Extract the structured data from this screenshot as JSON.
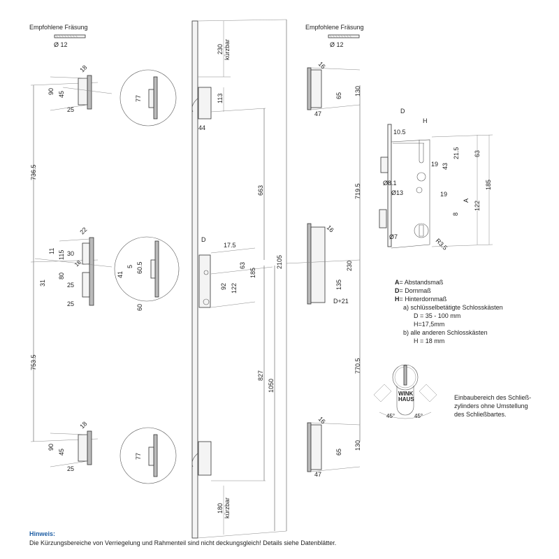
{
  "milling": {
    "left_title": "Empfohlene Fräsung",
    "left_dia": "Ø 12",
    "right_title": "Empfohlene Fräsung",
    "right_dia": "Ø 12"
  },
  "left_strikers": {
    "top": {
      "d18": "18",
      "d90": "90",
      "d45": "45",
      "d25": "25",
      "detail77": "77"
    },
    "middle": {
      "d22": "22",
      "d115": "115",
      "d11": "11",
      "d30": "30",
      "d31": "31",
      "d18": "18",
      "d80": "80",
      "d25a": "25",
      "d25b": "25",
      "detail5": "5",
      "detail60_5": "60.5",
      "detail41": "41",
      "detail60": "60"
    },
    "bottom": {
      "d18": "18",
      "d90": "90",
      "d45": "45",
      "d25": "25",
      "detail77": "77"
    },
    "span_upper": "736.5",
    "span_lower": "753.5"
  },
  "main_bar": {
    "top_cut": "230",
    "top_cut_note": "kürzbar",
    "d113": "113",
    "d44": "44",
    "d663": "663",
    "total": "2105",
    "D": "D",
    "d17_5": "17.5",
    "d63": "63",
    "d185": "185",
    "d92": "92",
    "d122": "122",
    "d827": "827",
    "d1050": "1050",
    "bottom_cut": "180",
    "bottom_cut_note": "kürzbar"
  },
  "right_strikers": {
    "top": {
      "d16": "16",
      "d65": "65",
      "d130": "130",
      "d47": "47"
    },
    "span_upper": "719.5",
    "middle": {
      "d16": "16",
      "d230": "230",
      "d135": "135",
      "dD21": "D+21"
    },
    "span_lower": "770.5",
    "bottom": {
      "d16": "16",
      "d65": "65",
      "d130": "130",
      "d47": "47"
    }
  },
  "lock_detail": {
    "D": "D",
    "H": "H",
    "d10_5": "10.5",
    "d19a": "19",
    "d43": "43",
    "d21_5": "21.5",
    "d63": "63",
    "d185": "185",
    "dia8_1": "Ø8.1",
    "dia13": "Ø13",
    "d19b": "19",
    "A": "A",
    "d122": "122",
    "d8": "8",
    "dia7": "Ø7",
    "r3_5": "R3.5"
  },
  "legend": {
    "a_key": "A",
    "a_text": "= Abstandsmaß",
    "d_key": "D",
    "d_text": "=  Dornmaß",
    "h_key": "H",
    "h_text": "= Hinterdornmaß",
    "item_a": "a)  schlüsselbetätigte Schlosskästen",
    "item_a_d": "D = 35 - 100 mm",
    "item_a_h": "H=17,5mm",
    "item_b": "b)  alle anderen Schlosskästen",
    "item_b_h": "H = 18 mm"
  },
  "cylinder": {
    "angle_left": "45°",
    "angle_right": "45°",
    "brand_line1": "WINK",
    "brand_line2": "HAUS",
    "desc1": "Einbaubereich des Schließ-",
    "desc2": "zylinders ohne Umstellung",
    "desc3": "des Schließbartes."
  },
  "note": {
    "title": "Hinweis:",
    "text": "Die Kürzungsbereiche von Verriegelung und Rahmenteil sind nicht deckungsgleich! Details siehe Datenblätter."
  }
}
